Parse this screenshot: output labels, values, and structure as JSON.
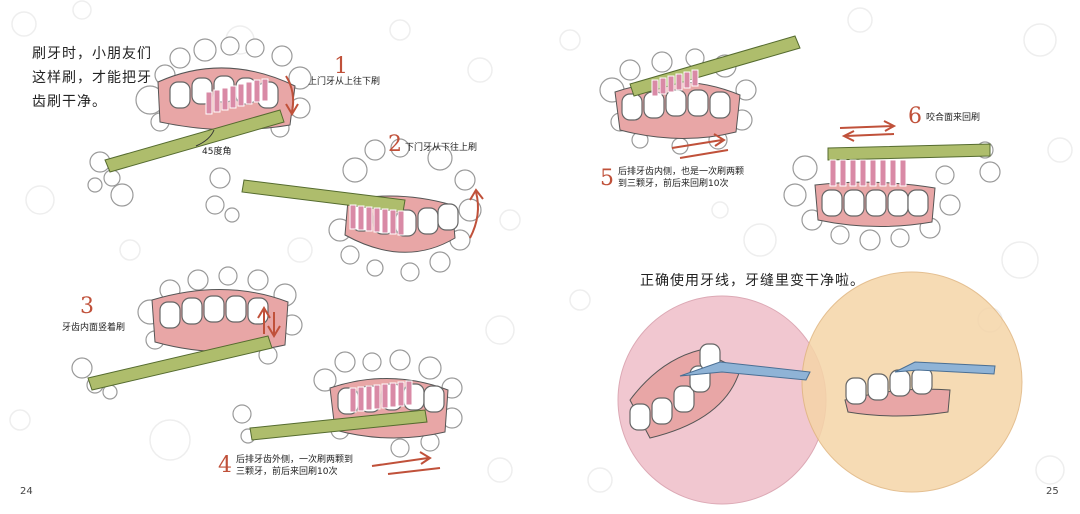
{
  "left_page": {
    "heading": "刷牙时，小朋友们这样刷，才能把牙齿刷干净。",
    "steps": [
      {
        "number": "1",
        "caption": "上门牙从上往下刷"
      },
      {
        "number": "2",
        "caption": "下门牙从下往上刷"
      },
      {
        "number": "3",
        "caption": "牙齿内面竖着刷"
      },
      {
        "number": "4",
        "caption": "后排牙齿外侧，一次刷两颗到三颗牙，前后来回刷10次"
      }
    ],
    "angle_label": "45度角",
    "page_number": "24"
  },
  "right_page": {
    "steps": [
      {
        "number": "5",
        "caption": "后排牙齿内侧，也是一次刷两颗到三颗牙，前后来回刷10次"
      },
      {
        "number": "6",
        "caption": "咬合面来回刷"
      }
    ],
    "floss_heading": "正确使用牙线，牙缝里变干净啦。",
    "page_number": "25"
  },
  "colors": {
    "accent_red": "#c0513a",
    "gum_pink": "#e8a6a6",
    "brush_green": "#aebd6c",
    "bristle_pink": "#d98aa6",
    "floss_pink_circle": "#f0c2cc",
    "floss_peach_circle": "#f5d5a8",
    "floss_pick_blue": "#8fb3d6"
  }
}
